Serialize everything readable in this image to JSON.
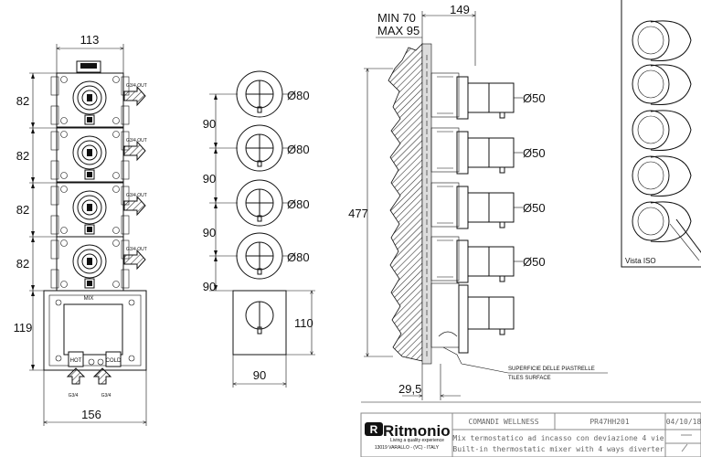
{
  "front_view": {
    "width_dim": "113",
    "module_heights": [
      "82",
      "82",
      "82",
      "82"
    ],
    "mix_module_height": "119",
    "mix_label": "MIX",
    "outlet_labels": [
      "G3/4 OUT",
      "G3/4 OUT",
      "G3/4 OUT",
      "G3/4 OUT"
    ],
    "hot_label": "HOT",
    "cold_label": "COLD",
    "inlet_labels": [
      "G3/4",
      "G3/4"
    ],
    "base_width_dim": "156"
  },
  "plate_view": {
    "spacing_dims": [
      "90",
      "90",
      "90",
      "90"
    ],
    "diameter_labels": [
      "Ø80",
      "Ø80",
      "Ø80",
      "Ø80"
    ],
    "mixer_plate_height": "110",
    "mixer_plate_width": "90"
  },
  "side_view": {
    "min_depth": "MIN 70",
    "max_depth": "MAX 95",
    "depth_dim": "149",
    "total_height": "477",
    "knob_diameters": [
      "Ø50",
      "Ø50",
      "Ø50",
      "Ø50"
    ],
    "tiles_label_it": "SUPERFICIE DELLE PIASTRELLE",
    "tiles_label_en": "TILES SURFACE",
    "offset_dim": "29,5"
  },
  "iso_view": {
    "label": "Vista ISO"
  },
  "title_block": {
    "brand": "Ritmonio",
    "brand_tagline": "Living a quality experience",
    "brand_address": "13019 VARALLO - (VC) - ITALY",
    "series": "COMANDI WELLNESS",
    "code": "PR47HH201",
    "date": "04/10/18",
    "desc_it": "Mix termostatico ad incasso con deviazione 4 vie",
    "desc_en": "Built-in thermostatic mixer with 4 ways diverter"
  }
}
